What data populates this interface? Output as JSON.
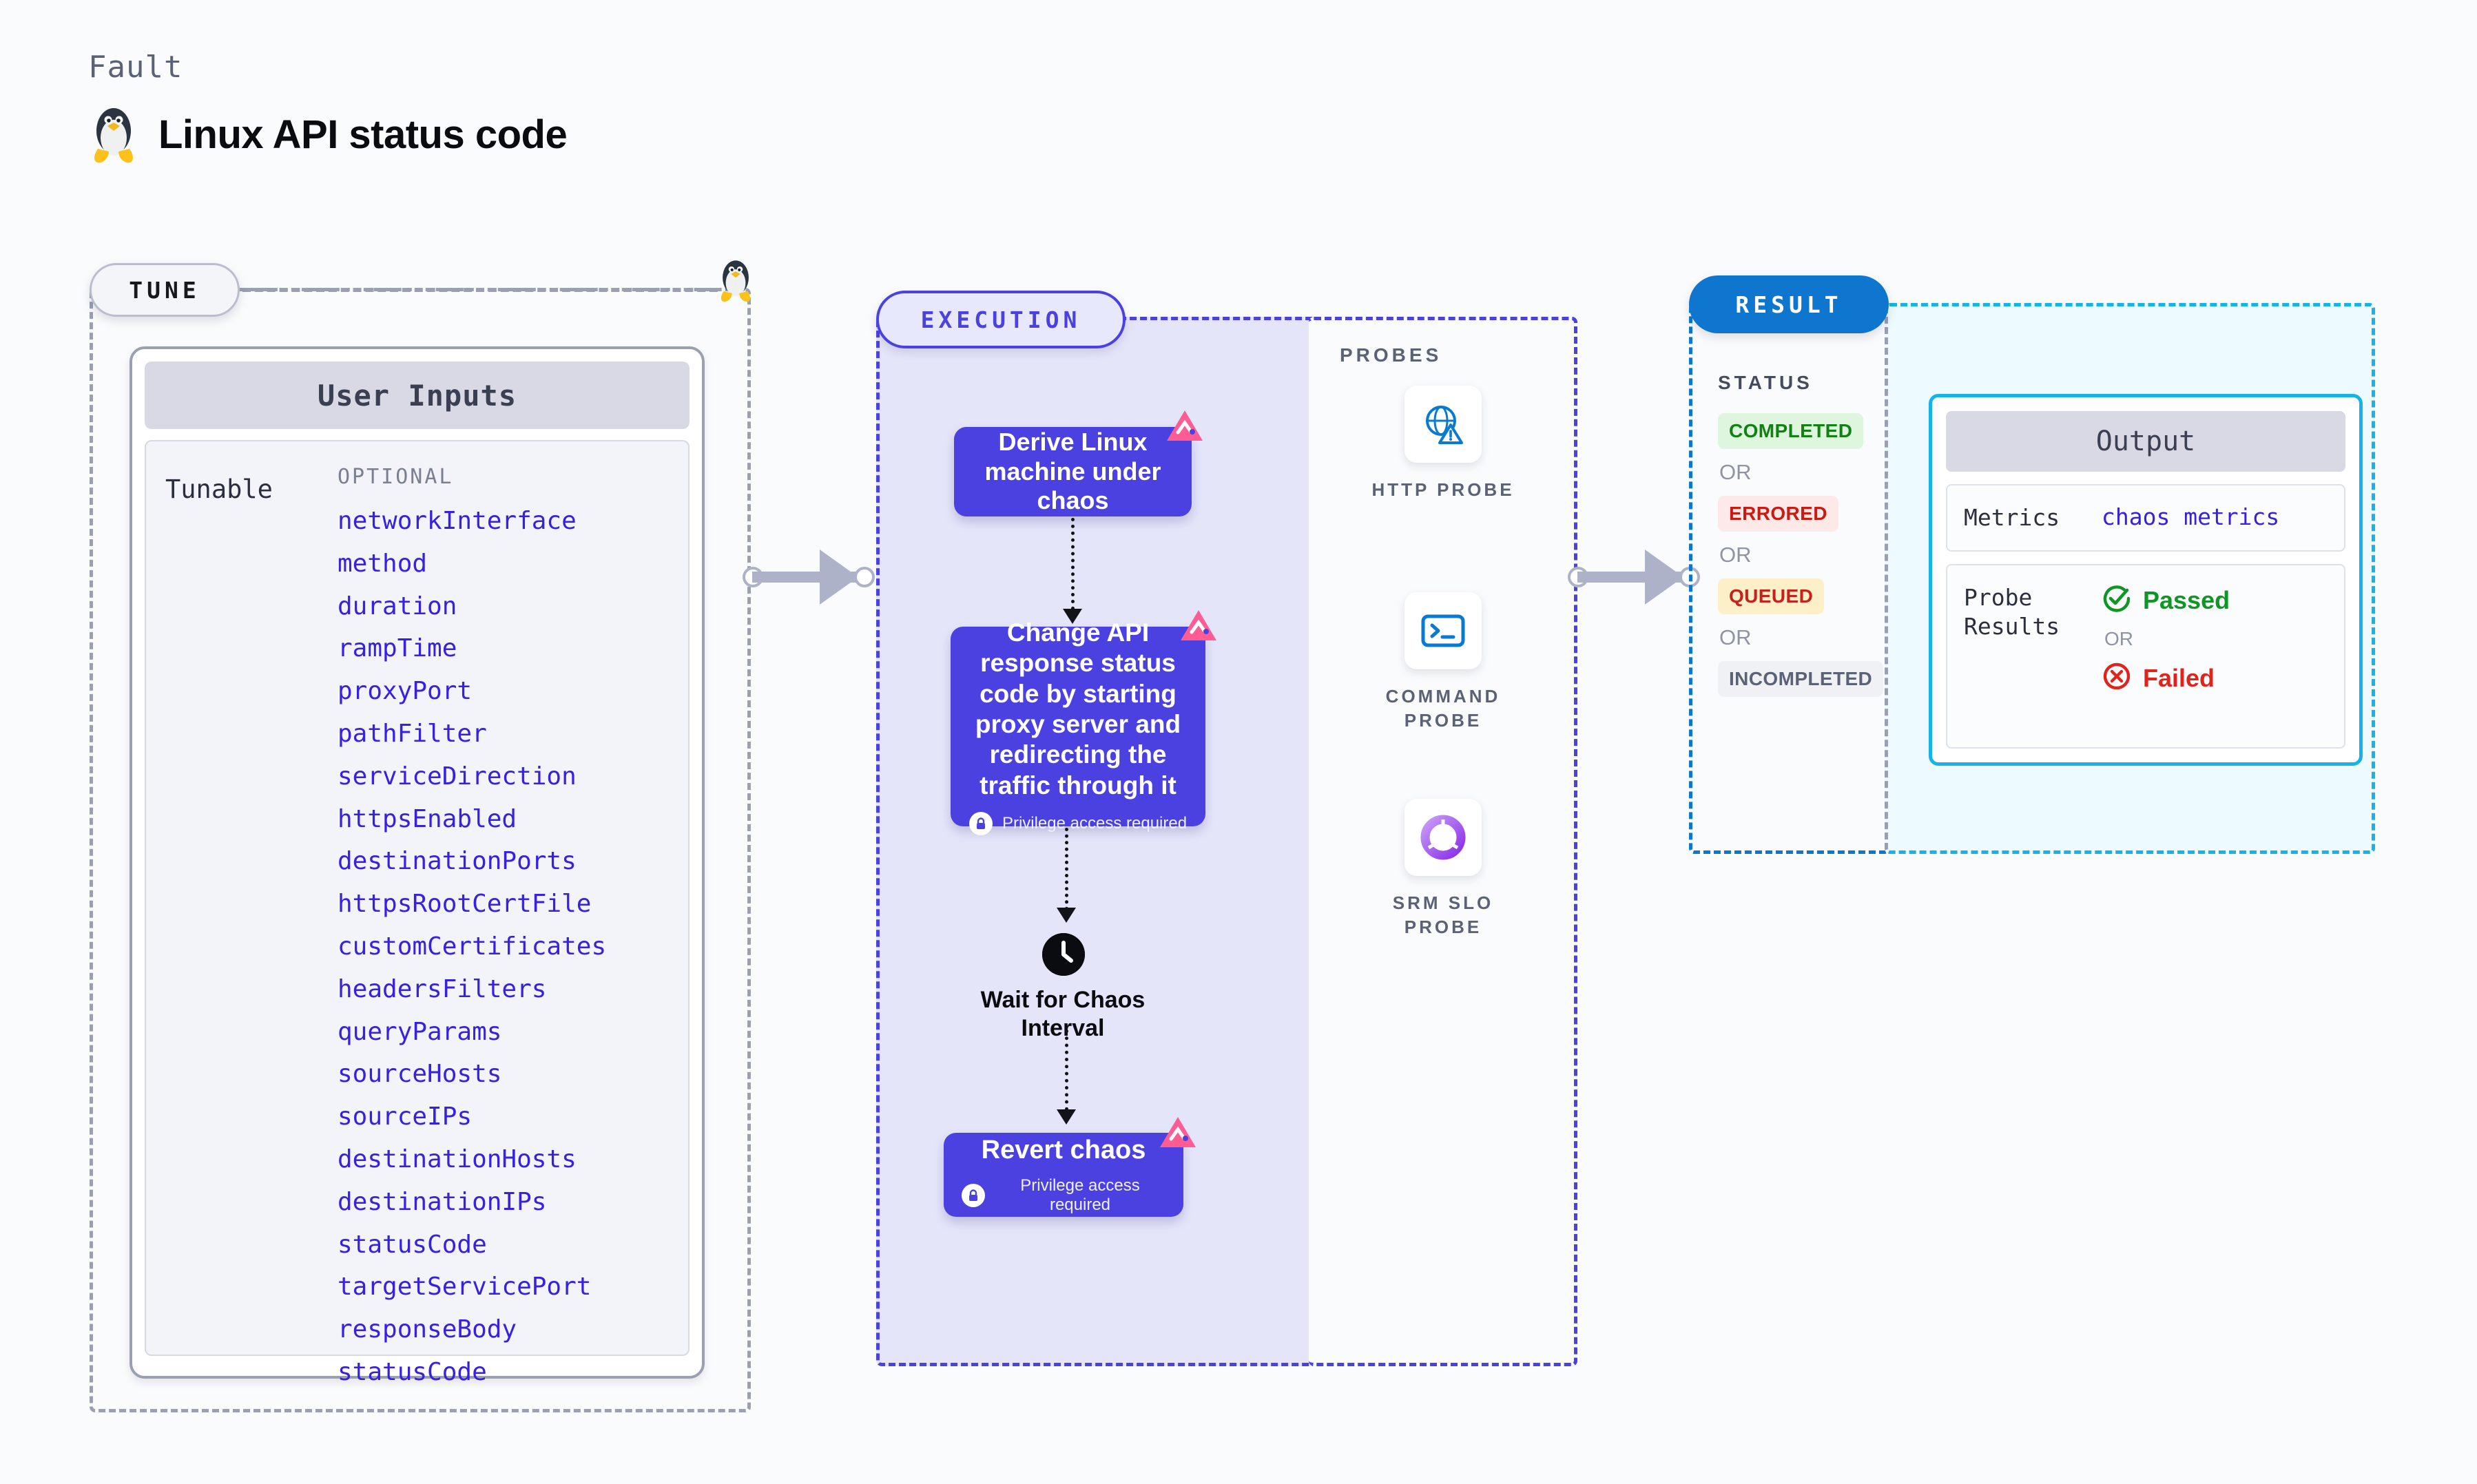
{
  "header": {
    "fault_label": "Fault",
    "title": "Linux API status code",
    "icon": "linux-penguin-icon"
  },
  "sections": {
    "tune": {
      "badge": "TUNE"
    },
    "execution": {
      "badge": "EXECUTION"
    },
    "result": {
      "badge": "RESULT"
    }
  },
  "user_inputs": {
    "card_title": "User Inputs",
    "group_label": "Tunable",
    "optional_label": "OPTIONAL",
    "tunables": [
      "networkInterface",
      "method",
      "duration",
      "rampTime",
      "proxyPort",
      "pathFilter",
      "serviceDirection",
      "httpsEnabled",
      "destinationPorts",
      "httpsRootCertFile",
      "customCertificates",
      "headersFilters",
      "queryParams",
      "sourceHosts",
      "sourceIPs",
      "destinationHosts",
      "destinationIPs",
      "statusCode",
      "targetServicePort",
      "responseBody",
      "statusCode"
    ]
  },
  "execution": {
    "nodes": [
      {
        "label": "Derive Linux machine under chaos",
        "privilege": null
      },
      {
        "label": "Change API response status code by starting proxy server and redirecting the traffic through it",
        "privilege": "Privilege access required"
      },
      {
        "label": "Revert chaos",
        "privilege": "Privilege access required"
      }
    ],
    "wait": {
      "label": "Wait for Chaos Interval",
      "icon": "clock-icon"
    }
  },
  "probes": {
    "title": "PROBES",
    "items": [
      {
        "label": "HTTP PROBE",
        "icon": "globe-warning-icon"
      },
      {
        "label": "COMMAND PROBE",
        "icon": "terminal-icon"
      },
      {
        "label": "SRM SLO PROBE",
        "icon": "slo-donut-check-icon"
      }
    ]
  },
  "result": {
    "status_title": "STATUS",
    "or_label": "OR",
    "statuses": [
      {
        "label": "COMPLETED",
        "bg": "#ddf6dd",
        "fg": "#128012"
      },
      {
        "label": "ERRORED",
        "bg": "#fde9e8",
        "fg": "#cc1a13"
      },
      {
        "label": "QUEUED",
        "bg": "#fdf0c8",
        "fg": "#c4221a"
      },
      {
        "label": "INCOMPLETED",
        "bg": "#f0f1f5",
        "fg": "#5b6275"
      }
    ]
  },
  "output": {
    "card_title": "Output",
    "rows": [
      {
        "key": "Metrics",
        "value": "chaos metrics"
      },
      {
        "key": "Probe Results",
        "passed": "Passed",
        "or_label": "OR",
        "failed": "Failed"
      }
    ]
  },
  "colors": {
    "accent_indigo": "#4a41e0",
    "accent_blue": "#0e76cf",
    "accent_cyan": "#16b3e8",
    "chaos_pink": "#ff5c93",
    "link_blue": "#3621e0"
  }
}
